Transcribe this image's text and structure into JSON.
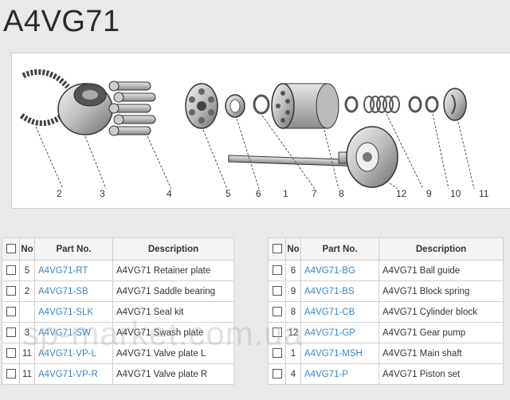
{
  "title": "A4VG71",
  "diagram": {
    "callouts": [
      "2",
      "3",
      "4",
      "5",
      "6",
      "1",
      "7",
      "8",
      "12",
      "9",
      "10",
      "11"
    ]
  },
  "table_headers": {
    "no": "No",
    "part_no": "Part No.",
    "description": "Description"
  },
  "left_table": [
    {
      "no": "5",
      "part": "A4VG71-RT",
      "desc": "A4VG71 Retainer plate"
    },
    {
      "no": "2",
      "part": "A4VG71-SB",
      "desc": "A4VG71 Saddle bearing"
    },
    {
      "no": "",
      "part": "A4VG71-SLK",
      "desc": "A4VG71 Seal kit"
    },
    {
      "no": "3",
      "part": "A4VG71-SW",
      "desc": "A4VG71 Swash plate"
    },
    {
      "no": "11",
      "part": "A4VG71-VP-L",
      "desc": "A4VG71 Valve plate L"
    },
    {
      "no": "11",
      "part": "A4VG71-VP-R",
      "desc": "A4VG71 Valve plate R"
    }
  ],
  "right_table": [
    {
      "no": "6",
      "part": "A4VG71-BG",
      "desc": "A4VG71 Ball guide"
    },
    {
      "no": "9",
      "part": "A4VG71-BS",
      "desc": "A4VG71 Block spring"
    },
    {
      "no": "8",
      "part": "A4VG71-CB",
      "desc": "A4VG71 Cylinder block"
    },
    {
      "no": "12",
      "part": "A4VG71-GP",
      "desc": "A4VG71 Gear pump"
    },
    {
      "no": "1",
      "part": "A4VG71-MSH",
      "desc": "A4VG71 Main shaft"
    },
    {
      "no": "4",
      "part": "A4VG71-P",
      "desc": "A4VG71 Piston set"
    }
  ],
  "watermark": "sp-market.com.ua"
}
